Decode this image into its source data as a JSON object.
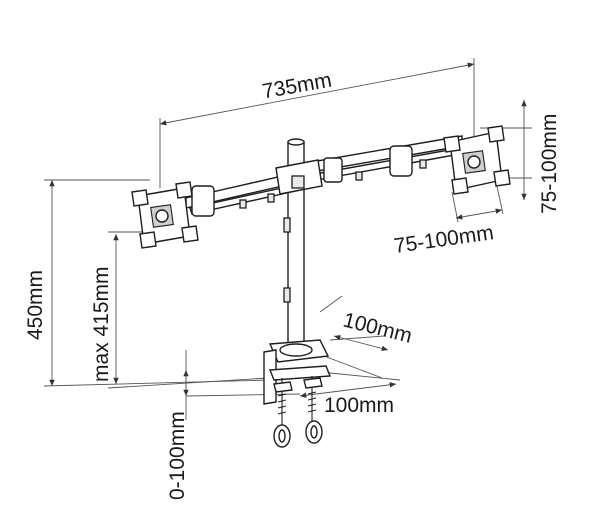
{
  "dimensions": {
    "total_width": "735mm",
    "vesa_height": "75-100mm",
    "vesa_width": "75-100mm",
    "total_height": "450mm",
    "max_arm_height": "max 415mm",
    "base_depth": "100mm",
    "base_width": "100mm",
    "desk_thickness": "0-100mm"
  }
}
